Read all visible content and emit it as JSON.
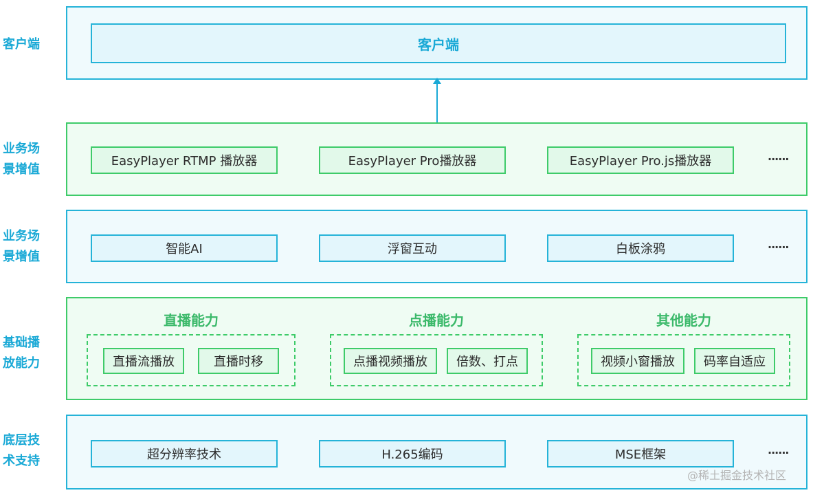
{
  "side_labels": {
    "client": "客户端",
    "business1": [
      "业务场",
      "景增值"
    ],
    "business2": [
      "业务场",
      "景增值"
    ],
    "basic": [
      "基础播",
      "放能力"
    ],
    "tech": [
      "底层技",
      "术支持"
    ]
  },
  "client_layer": {
    "box": "客户端"
  },
  "business_layer_1": {
    "items": [
      "EasyPlayer RTMP 播放器",
      "EasyPlayer Pro播放器",
      "EasyPlayer Pro.js播放器"
    ],
    "more": "......"
  },
  "business_layer_2": {
    "items": [
      "智能AI",
      "浮窗互动",
      "白板涂鸦"
    ],
    "more": "......"
  },
  "basic_layer": {
    "groups": [
      {
        "title": "直播能力",
        "items": [
          "直播流播放",
          "直播时移"
        ]
      },
      {
        "title": "点播能力",
        "items": [
          "点播视频播放",
          "倍数、打点"
        ]
      },
      {
        "title": "其他能力",
        "items": [
          "视频小窗播放",
          "码率自适应"
        ]
      }
    ]
  },
  "tech_layer": {
    "items": [
      "超分辨率技术",
      "H.265编码",
      "MSE框架"
    ],
    "more": "......"
  },
  "watermark": "@稀土掘金技术社区",
  "colors": {
    "blue_border": "#25b3d8",
    "green_border": "#3ecb69",
    "label_blue": "#1aa9d6",
    "green_title": "#3bb96a"
  }
}
